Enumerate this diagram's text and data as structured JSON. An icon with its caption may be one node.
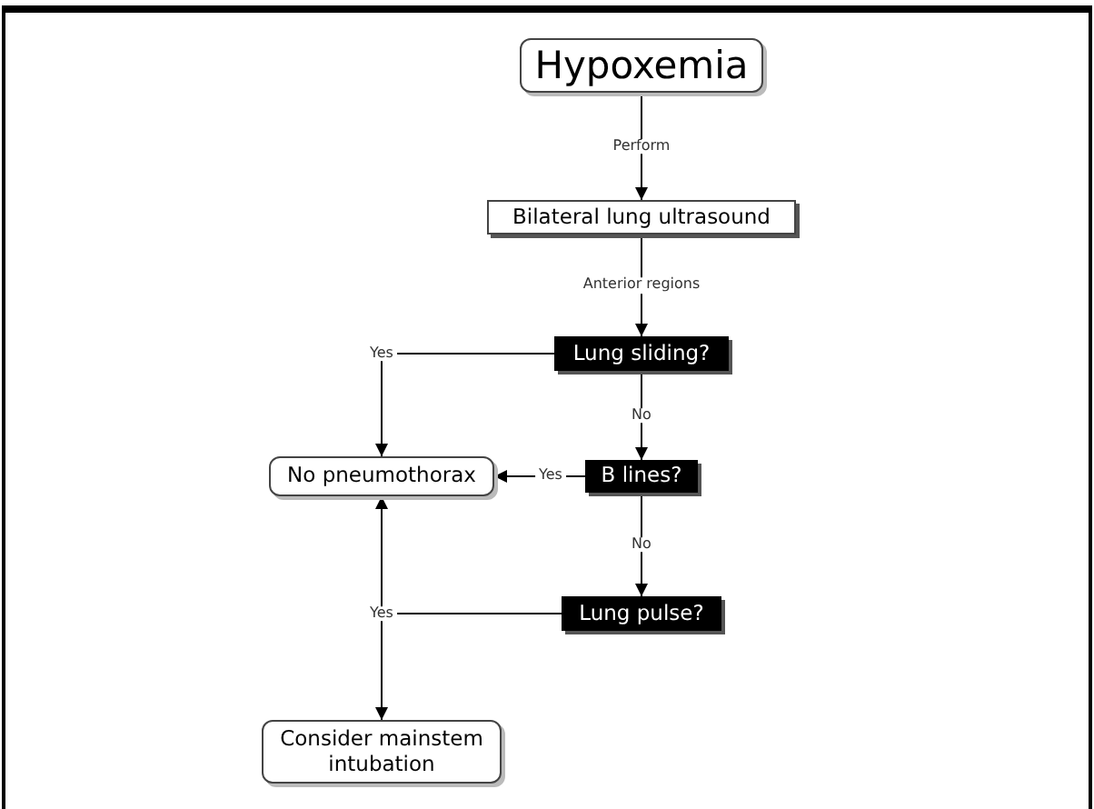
{
  "diagram": {
    "nodes": [
      {
        "text": [
          "Hypoxemia"
        ]
      },
      {
        "text": [
          "Bilateral lung ultrasound"
        ]
      },
      {
        "text": [
          "Lung sliding?"
        ]
      },
      {
        "text": [
          "No pneumothorax"
        ]
      },
      {
        "text": [
          "B lines?"
        ]
      },
      {
        "text": [
          "Lung pulse?"
        ]
      },
      {
        "text": [
          "Consider mainstem intubation"
        ]
      }
    ],
    "edges": [
      {
        "from": 0,
        "to": 1,
        "arrow": "to",
        "label": "Perform"
      },
      {
        "from": 1,
        "to": 2,
        "arrow": "to",
        "label": "Anterior regions"
      },
      {
        "from": 2,
        "to": 3,
        "arrow": "to",
        "label": "Yes"
      },
      {
        "from": 2,
        "to": 4,
        "arrow": "to",
        "label": "No"
      },
      {
        "from": 4,
        "to": 3,
        "arrow": "to",
        "label": "Yes"
      },
      {
        "from": 4,
        "to": 5,
        "arrow": "to",
        "label": "No"
      },
      {
        "from": 5,
        "to": 3,
        "arrow": "to",
        "label": "Yes"
      },
      {
        "from": 5,
        "to": 6,
        "arrow": "to"
      }
    ]
  }
}
